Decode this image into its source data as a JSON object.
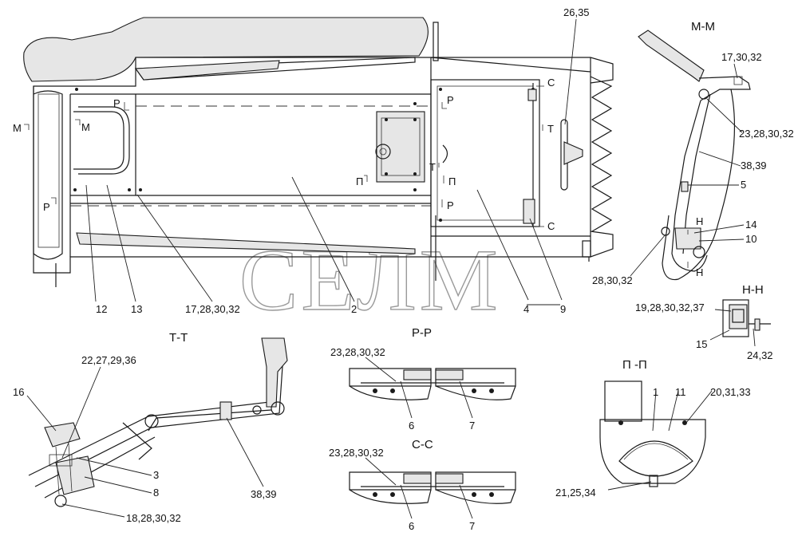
{
  "watermark": "СЕЛМ",
  "views": {
    "mm": "М-М",
    "hh": "Н-Н",
    "tt": "Т-Т",
    "pp": "Р-Р",
    "cc": "С-С",
    "pipi": "П -П"
  },
  "markers": {
    "m": "М",
    "p": "Р",
    "t": "Т",
    "pi": "П",
    "c": "С",
    "h": "Н"
  },
  "callouts": {
    "c2635": "26,35",
    "c173032": "17,30,32",
    "c23283032a": "23,28,30,32",
    "c3839a": "38,39",
    "c5": "5",
    "c14": "14",
    "c10": "10",
    "c283032": "28,30,32",
    "c12": "12",
    "c13": "13",
    "c17283032": "17,28,30,32",
    "c2": "2",
    "c4": "4",
    "c9": "9",
    "c1928": "19,28,30,32,37",
    "c15": "15",
    "c2432": "24,32",
    "c22": "22,27,29,36",
    "c16": "16",
    "c3": "3",
    "c8": "8",
    "c18": "18,28,30,32",
    "c3839b": "38,39",
    "c23283032b": "23,28,30,32",
    "c6a": "6",
    "c7a": "7",
    "c23283032c": "23,28,30,32",
    "c6b": "6",
    "c7b": "7",
    "c1": "1",
    "c11": "11",
    "c20": "20,31,33",
    "c21": "21,25,34"
  }
}
